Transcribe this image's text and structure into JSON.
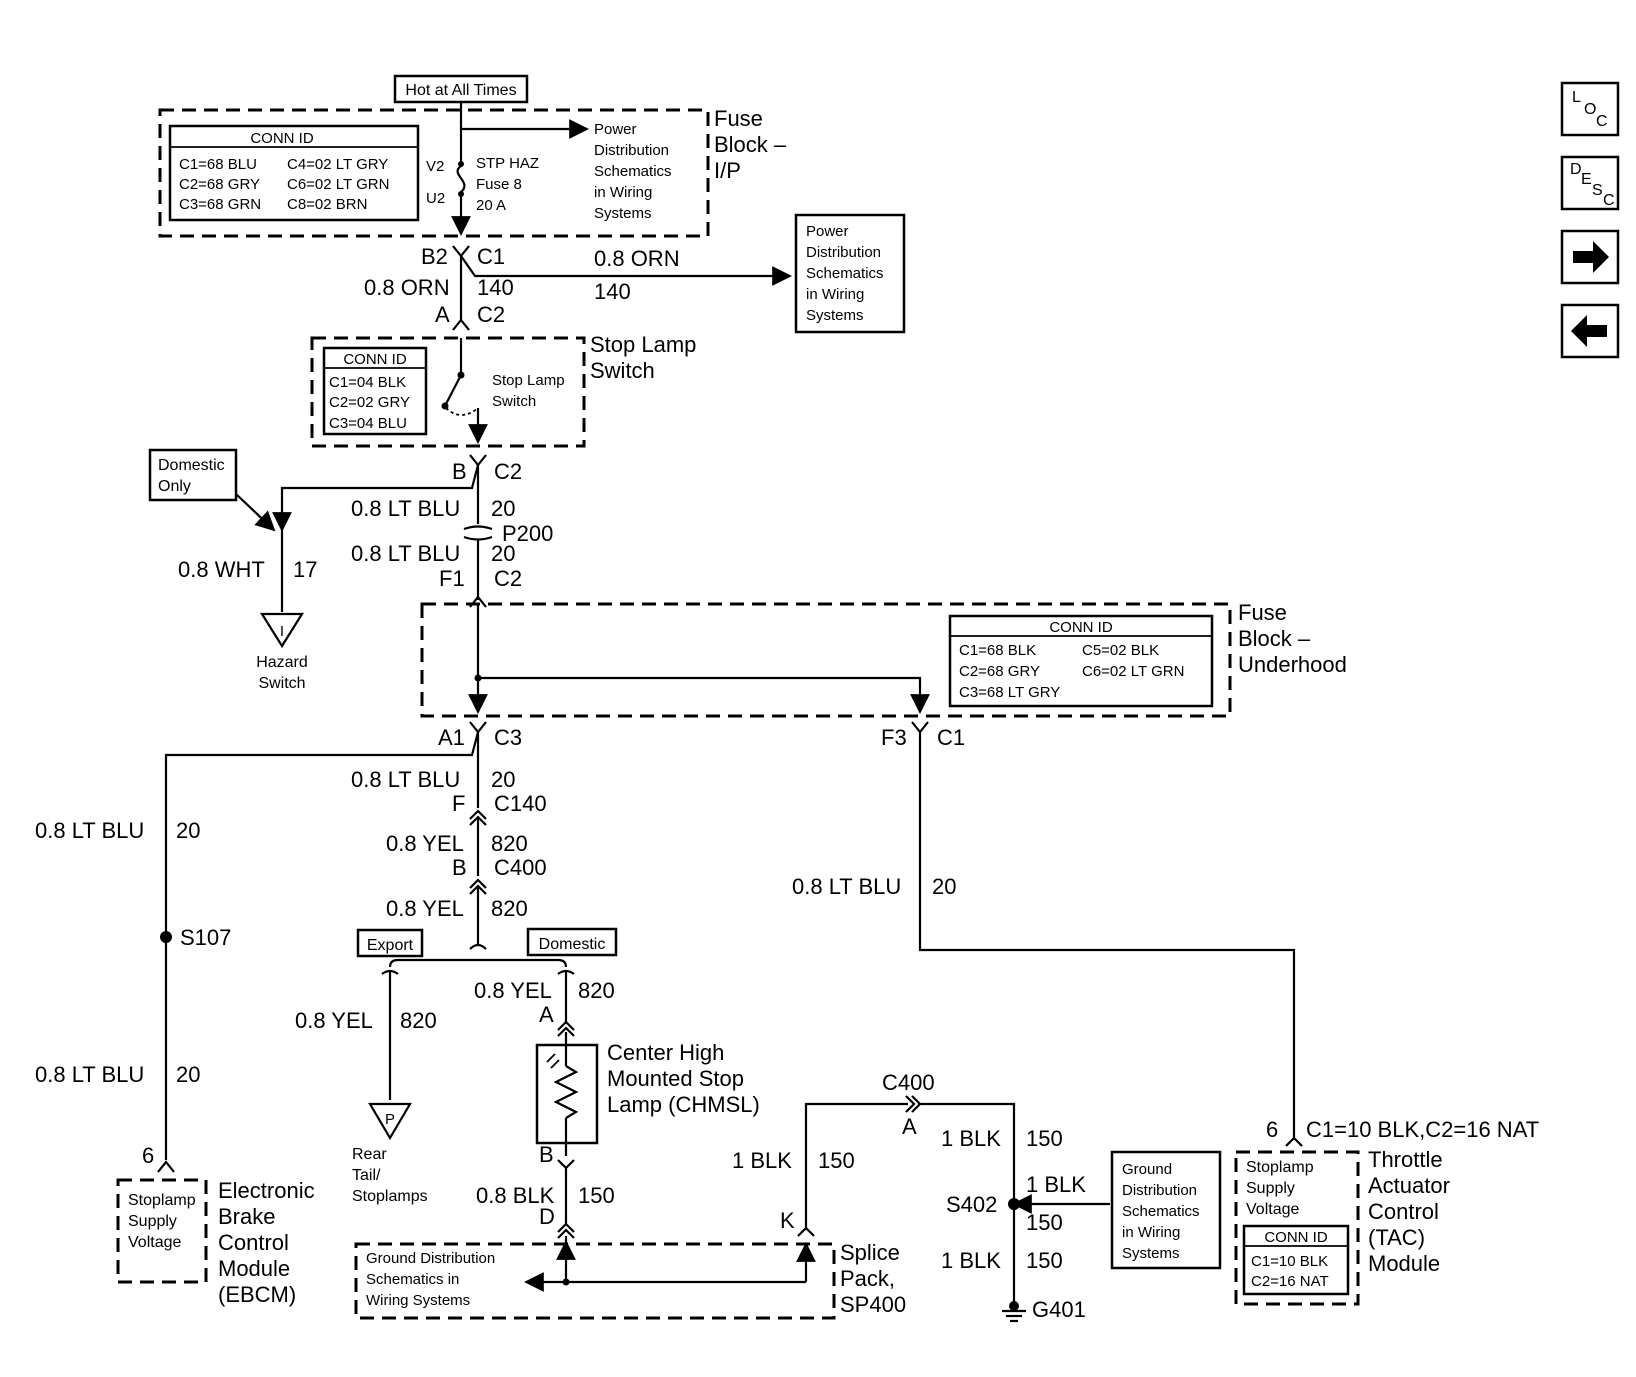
{
  "hot_label": "Hot at All Times",
  "fuse_block_ip": {
    "title_lines": [
      "Fuse",
      "Block –",
      "I/P"
    ],
    "conn_header": "CONN ID",
    "conn_left": [
      "C1=68 BLU",
      "C2=68 GRY",
      "C3=68 GRN"
    ],
    "conn_right": [
      "C4=02 LT GRY",
      "C6=02 LT GRN",
      "C8=02 BRN"
    ],
    "v2": "V2",
    "u2": "U2",
    "fuse_lines": [
      "STP HAZ",
      "Fuse 8",
      "20 A"
    ],
    "pd_lines": [
      "Power",
      "Distribution",
      "Schematics",
      "in Wiring",
      "Systems"
    ]
  },
  "pd_box_right": [
    "Power",
    "Distribution",
    "Schematics",
    "in Wiring",
    "Systems"
  ],
  "upper_wire": {
    "b2": "B2",
    "c1": "C1",
    "color_left": "0.8 ORN",
    "circuit_left": "140",
    "a": "A",
    "c2": "C2",
    "color_right": "0.8 ORN",
    "circuit_right": "140"
  },
  "stop_lamp_switch": {
    "title_lines": [
      "Stop Lamp",
      "Switch"
    ],
    "conn_header": "CONN ID",
    "conn": [
      "C1=04 BLK",
      "C2=02 GRY",
      "C3=04 BLU"
    ],
    "inner_lines": [
      "Stop Lamp",
      "Switch"
    ]
  },
  "mid_wire": {
    "b": "B",
    "c2": "C2",
    "color_1": "0.8 LT BLU",
    "circuit_1": "20",
    "p200": "P200",
    "color_2": "0.8 LT BLU",
    "circuit_2": "20",
    "f1": "F1",
    "c2b": "C2"
  },
  "domestic_only": [
    "Domestic",
    "Only"
  ],
  "hazard": {
    "color": "0.8 WHT",
    "circuit": "17",
    "symbol": "I",
    "label_lines": [
      "Hazard",
      "Switch"
    ]
  },
  "fuse_block_uh": {
    "title_lines": [
      "Fuse",
      "Block –",
      "Underhood"
    ],
    "conn_header": "CONN ID",
    "conn_left": [
      "C1=68 BLK",
      "C2=68 GRY",
      "C3=68 LT GRY"
    ],
    "conn_right": [
      "C5=02 BLK",
      "C6=02 LT GRN"
    ]
  },
  "lower_wire": {
    "a1": "A1",
    "c3": "C3",
    "color_1": "0.8 LT BLU",
    "circuit_1": "20",
    "f": "F",
    "c140": "C140",
    "color_2": "0.8 YEL",
    "circuit_2": "820",
    "b": "B",
    "c400": "C400",
    "color_3": "0.8 YEL",
    "circuit_3": "820",
    "export": "Export",
    "domestic": "Domestic",
    "color_4": "0.8 YEL",
    "circuit_4": "820",
    "color_5": "0.8 YEL",
    "circuit_5": "820",
    "a": "A",
    "b2": "B",
    "color_6": "0.8 BLK",
    "circuit_6": "150",
    "d": "D"
  },
  "rear_tail": {
    "symbol": "P",
    "label_lines": [
      "Rear",
      "Tail/",
      "Stoplamps"
    ]
  },
  "chmsl": [
    "Center High",
    "Mounted Stop",
    "Lamp (CHMSL)"
  ],
  "ebcm": {
    "color_1": "0.8 LT BLU",
    "circuit_1": "20",
    "splice": "S107",
    "color_2": "0.8 LT BLU",
    "circuit_2": "20",
    "pin": "6",
    "inner_lines": [
      "Stoplamp",
      "Supply",
      "Voltage"
    ],
    "title_lines": [
      "Electronic",
      "Brake",
      "Control",
      "Module",
      "(EBCM)"
    ]
  },
  "tac_wire": {
    "f3": "F3",
    "c1": "C1",
    "color": "0.8 LT BLU",
    "circuit": "20"
  },
  "tac": {
    "pin": "6",
    "conn": [
      "C1=10 BLK",
      "C2=16 NAT"
    ],
    "inner_lines": [
      "Stoplamp",
      "Supply",
      "Voltage"
    ],
    "conn_header": "CONN ID",
    "title_lines": [
      "Throttle",
      "Actuator",
      "Control",
      "(TAC)",
      "Module"
    ]
  },
  "splice_pack": {
    "ground_lines": [
      "Ground Distribution",
      "Schematics in",
      "Wiring Systems"
    ],
    "k": "K",
    "title_lines": [
      "Splice",
      "Pack,",
      "SP400"
    ]
  },
  "ground_wire": {
    "color_1": "1 BLK",
    "circuit_1": "150",
    "c400": "C400",
    "a": "A",
    "color_2": "1 BLK",
    "circuit_2": "150",
    "s402": "S402",
    "color_3": "1 BLK",
    "circuit_3": "150",
    "color_4": "1 BLK",
    "circuit_4": "150",
    "g401": "G401"
  },
  "gd_box_right": [
    "Ground",
    "Distribution",
    "Schematics",
    "in Wiring",
    "Systems"
  ],
  "nav": {
    "loc": [
      "L",
      "O",
      "C"
    ],
    "desc": [
      "D",
      "E",
      "S",
      "C"
    ],
    "forward_icon": "arrow-right-icon",
    "back_icon": "arrow-left-icon"
  }
}
